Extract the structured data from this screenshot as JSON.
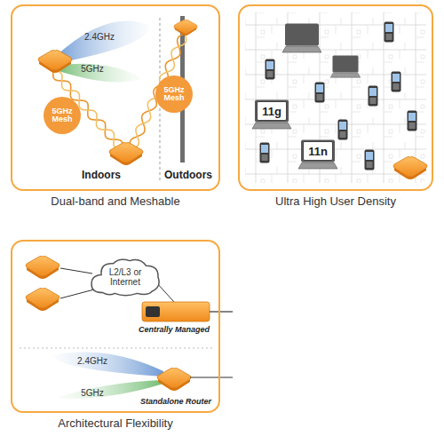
{
  "diagram": {
    "nodes": [
      {
        "text": [
          "Dual-band and Meshable"
        ]
      },
      {
        "text": [
          "5GHz Mesh"
        ],
        "in": 0
      },
      {
        "text": [
          "5GHz Mesh"
        ],
        "in": 0
      },
      {
        "text": [
          "Ultra High User Density"
        ]
      },
      {
        "text": [
          "11g"
        ],
        "in": 3
      },
      {
        "text": [
          "11n"
        ],
        "in": 3
      },
      {
        "text": [
          "Architectural Flexibility"
        ]
      },
      {
        "text": [
          "L2/L3 or Internet"
        ],
        "in": 6
      }
    ],
    "labels": [
      "2.4GHz",
      "5GHz",
      "Indoors",
      "Outdoors",
      "Centrally Managed",
      "2.4GHz",
      "5GHz",
      "Standalone Router"
    ]
  }
}
